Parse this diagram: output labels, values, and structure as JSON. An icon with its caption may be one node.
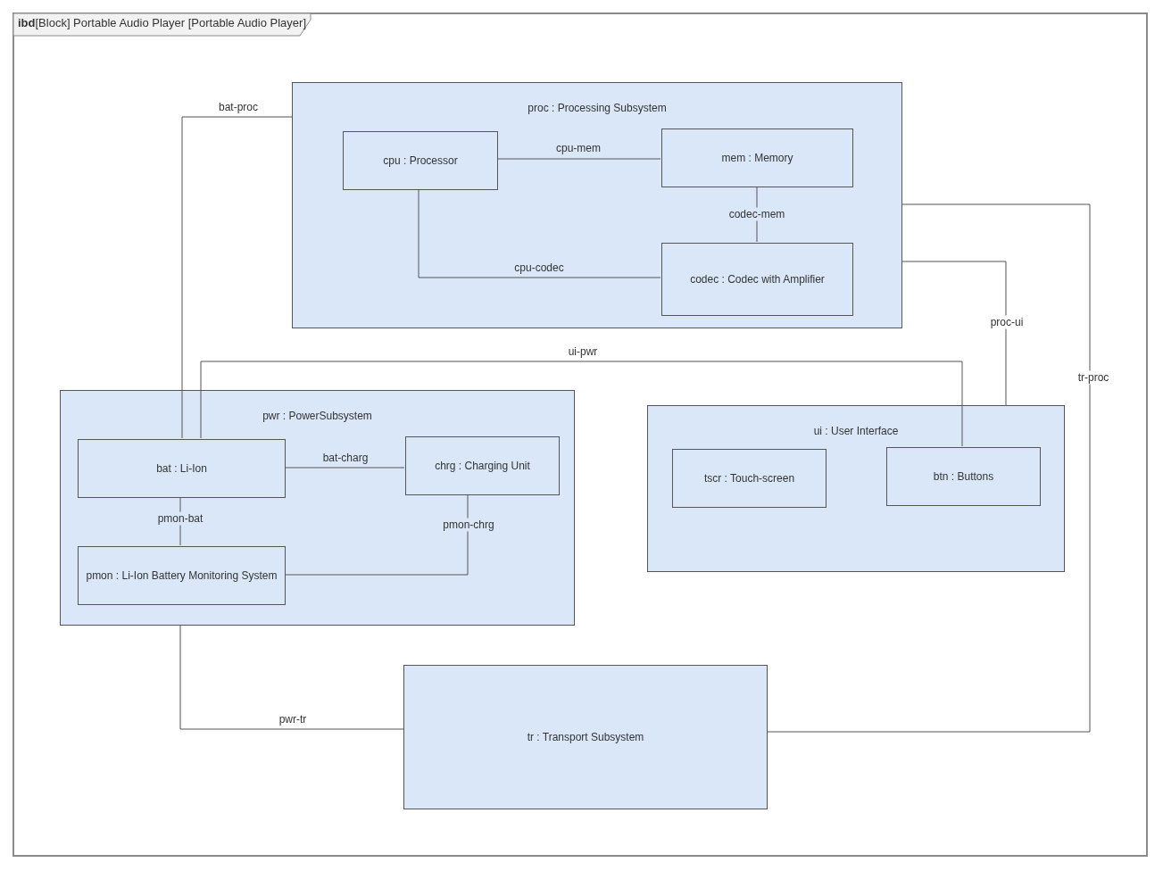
{
  "diagram": {
    "title": "**ibd**[Block] Portable Audio Player [Portable Audio Player]",
    "nodes": [
      {
        "text": [
          "proc : Processing Subsystem"
        ]
      },
      {
        "text": [
          "cpu : Processor"
        ],
        "in": 0
      },
      {
        "text": [
          "mem : Memory"
        ],
        "in": 0
      },
      {
        "text": [
          "codec : Codec with Amplifier"
        ],
        "in": 0
      },
      {
        "text": [
          "pwr : PowerSubsystem"
        ]
      },
      {
        "text": [
          "bat : Li-Ion"
        ],
        "in": 4
      },
      {
        "text": [
          "chrg : Charging Unit"
        ],
        "in": 4
      },
      {
        "text": [
          "pmon : Li-Ion Battery Monitoring System"
        ],
        "in": 4
      },
      {
        "text": [
          "ui : User Interface"
        ]
      },
      {
        "text": [
          "tscr : Touch-screen"
        ],
        "in": 8
      },
      {
        "text": [
          "btn : Buttons"
        ],
        "in": 8
      },
      {
        "text": [
          "tr : Transport Subsystem"
        ]
      }
    ],
    "edges": [
      {
        "from": 1,
        "to": 2,
        "arrow": "none",
        "label": "cpu-mem"
      },
      {
        "from": 2,
        "to": 3,
        "arrow": "none",
        "label": "codec-mem"
      },
      {
        "from": 1,
        "to": 3,
        "arrow": "none",
        "label": "cpu-codec"
      },
      {
        "from": 5,
        "to": 0,
        "arrow": "none",
        "label": "bat-proc"
      },
      {
        "from": 5,
        "to": 10,
        "arrow": "none",
        "label": "ui-pwr"
      },
      {
        "from": 0,
        "to": 8,
        "arrow": "none",
        "label": "proc-ui"
      },
      {
        "from": 11,
        "to": 0,
        "arrow": "none",
        "label": "tr-proc"
      },
      {
        "from": 5,
        "to": 6,
        "arrow": "none",
        "label": "bat-charg"
      },
      {
        "from": 7,
        "to": 5,
        "arrow": "none",
        "label": "pmon-bat"
      },
      {
        "from": 7,
        "to": 6,
        "arrow": "none",
        "label": "pmon-chrg"
      },
      {
        "from": 4,
        "to": 11,
        "arrow": "none",
        "label": "pwr-tr"
      }
    ]
  }
}
